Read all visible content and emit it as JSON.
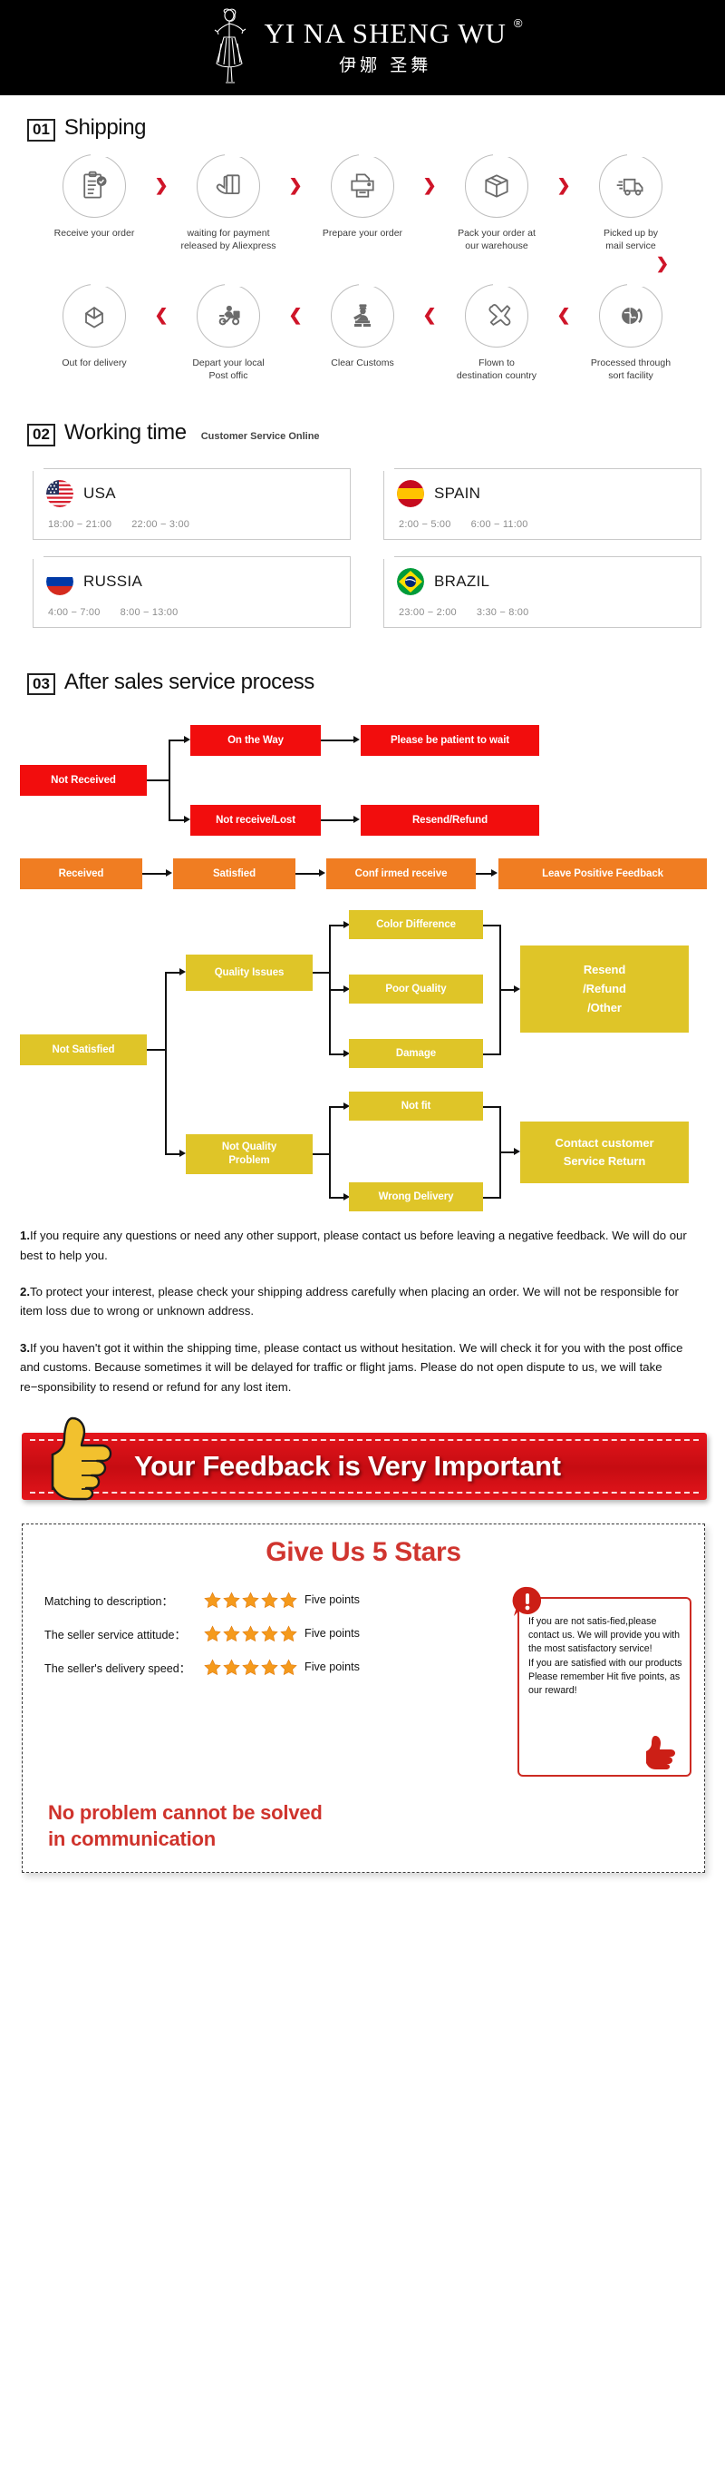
{
  "header": {
    "brand_en": "YI NA SHENG WU",
    "brand_cn": "伊娜 圣舞",
    "registered_mark": "®",
    "logo_icon": "dancing-woman-icon"
  },
  "shipping": {
    "number": "01",
    "title": "Shipping",
    "row1": [
      {
        "icon": "clipboard-check-icon",
        "label": "Receive your order"
      },
      {
        "icon": "hand-card-icon",
        "label": "waiting for payment\nreleased by Aliexpress"
      },
      {
        "icon": "printer-icon",
        "label": "Prepare your order"
      },
      {
        "icon": "box-package-icon",
        "label": "Pack your order at\nour warehouse"
      },
      {
        "icon": "delivery-truck-icon",
        "label": "Picked up by\nmail service"
      }
    ],
    "row2": [
      {
        "icon": "open-box-icon",
        "label": "Out for delivery"
      },
      {
        "icon": "scooter-courier-icon",
        "label": "Depart your local\nPost offic"
      },
      {
        "icon": "customs-officer-icon",
        "label": "Clear Customs"
      },
      {
        "icon": "airplane-icon",
        "label": "Flown to\ndestination country"
      },
      {
        "icon": "globe-arrow-icon",
        "label": "Processed through\nsort facility"
      }
    ],
    "arrow_forward": "❯",
    "arrow_back": "❮",
    "arrow_down": "❯"
  },
  "working_time": {
    "number": "02",
    "title": "Working time",
    "subtitle": "Customer Service Online",
    "cards": [
      {
        "flag": "flag-usa-icon",
        "country": "USA",
        "slot1": "18:00 − 21:00",
        "slot2": "22:00 − 3:00"
      },
      {
        "flag": "flag-spain-icon",
        "country": "SPAIN",
        "slot1": "2:00 − 5:00",
        "slot2": "6:00 − 11:00"
      },
      {
        "flag": "flag-russia-icon",
        "country": "RUSSIA",
        "slot1": "4:00 − 7:00",
        "slot2": "8:00 − 13:00"
      },
      {
        "flag": "flag-brazil-icon",
        "country": "BRAZIL",
        "slot1": "23:00 − 2:00",
        "slot2": "3:30 − 8:00"
      }
    ]
  },
  "after_sales": {
    "number": "03",
    "title": "After sales service process",
    "colors": {
      "red": "#f20d0d",
      "orange": "#f07d22",
      "yellow": "#dfc528"
    },
    "red_flow": {
      "root": "Not Received",
      "branch_top": "On the Way",
      "branch_top_result": "Please be patient to wait",
      "branch_bottom": "Not receive/Lost",
      "branch_bottom_result": "Resend/Refund"
    },
    "orange_flow": [
      "Received",
      "Satisfied",
      "Conf irmed receive",
      "Leave Positive Feedback"
    ],
    "yellow_flow": {
      "root": "Not Satisfied",
      "quality_issues": "Quality Issues",
      "quality_children": [
        "Color Difference",
        "Poor Quality",
        "Damage"
      ],
      "quality_result": "Resend\n/Refund\n/Other",
      "not_quality": "Not Quality\nProblem",
      "not_quality_children": [
        "Not fit",
        "Wrong Delivery"
      ],
      "not_quality_result": "Contact customer\nService Return"
    }
  },
  "notes": [
    {
      "num": "1.",
      "text": "If you require any questions or need any other support, please contact us before leaving a negative feedback. We will do our best to help you."
    },
    {
      "num": "2.",
      "text": "To protect your interest, please check your shipping address carefully when placing an order. We will not be responsible for item loss due to wrong or unknown address."
    },
    {
      "num": "3.",
      "text": "If you haven't got it within the shipping time, please contact us without hesitation. We will check it for you with the post office and customs. Because sometimes it will be delayed for traffic or flight jams. Please do not open dispute to us, we will take re−sponsibility to resend or refund for any lost item."
    }
  ],
  "feedback_banner": {
    "text": "Your Feedback is Very Important",
    "icon": "thumbs-up-icon",
    "color": "#d0121a"
  },
  "stars_panel": {
    "title": "Give Us 5 Stars",
    "title_color": "#d0352f",
    "rows": [
      {
        "label": "Matching to description：",
        "stars": 5,
        "points": "Five points"
      },
      {
        "label": "The seller service attitude：",
        "stars": 5,
        "points": "Five points"
      },
      {
        "label": "The seller's delivery speed：",
        "stars": 5,
        "points": "Five points"
      }
    ],
    "warning": {
      "icon": "exclamation-bubble-icon",
      "thumb_icon": "thumbs-up-small-icon",
      "text": "If you are not satis-fied,please contact us. We will provide you with the most satisfactory service!\nIf you are satisfied with our products\nPlease remember Hit five points, as our reward!"
    },
    "footer_line1": "No problem cannot be solved",
    "footer_line2": "in communication"
  }
}
